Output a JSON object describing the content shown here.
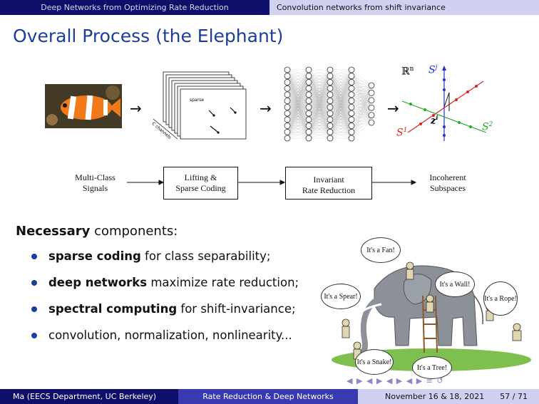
{
  "header": {
    "section_left": "Deep Networks from Optimizing Rate Reduction",
    "section_right": "Convolution networks from shift invariance"
  },
  "title": "Overall Process (the Elephant)",
  "diagram": {
    "stages": [
      {
        "label_line1": "Multi-Class",
        "label_line2": "Signals"
      },
      {
        "label_line1": "Lifting &",
        "label_line2": "Sparse Coding"
      },
      {
        "label_line1": "Invariant",
        "label_line2": "Rate Reduction"
      },
      {
        "label_line1": "Incoherent",
        "label_line2": "Subspaces"
      }
    ],
    "arrow_symbol": "→",
    "sparse_text": "sparse",
    "channels_text": "C channels",
    "space_label": "ℝ",
    "space_sup": "n",
    "subspace_labels": {
      "s1": "S",
      "s1_sup": "1",
      "s2": "S",
      "s2_sup": "2",
      "sj": "S",
      "sj_sup": "j",
      "z": "z",
      "z_sup": "i"
    }
  },
  "body": {
    "heading_bold": "Necessary",
    "heading_rest": " components:",
    "bullets": [
      {
        "bold": "sparse coding",
        "rest": " for class separability;"
      },
      {
        "bold": "deep networks",
        "rest": " maximize rate reduction;"
      },
      {
        "bold": "spectral computing",
        "rest": " for shift-invariance;"
      },
      {
        "bold": "",
        "rest": "convolution, normalization, nonlinearity..."
      }
    ]
  },
  "elephant_bubbles": {
    "fan": "It's a Fan!",
    "spear": "It's a Spear!",
    "wall": "It's a Wall!",
    "rope": "It's a Rope!",
    "snake": "It's a Snake!",
    "tree": "It's a Tree!"
  },
  "footer": {
    "author": "Ma  (EECS Department, UC Berkeley)",
    "talk": "Rate Reduction & Deep Networks",
    "date": "November 16 & 18, 2021",
    "page": "57 / 71"
  },
  "nav_symbols": "◀ ▶ ◀ ▶ ◀ ▶ ◀ ▶ ≡ ↺",
  "colors": {
    "dark_blue": "#0e0e6b",
    "mid_blue": "#3a3ab0",
    "light_blue": "#d0d0f0",
    "title_blue": "#1c3d9a",
    "line_green": "#22aa22",
    "line_red": "#dd2222",
    "line_blue": "#2233cc"
  }
}
